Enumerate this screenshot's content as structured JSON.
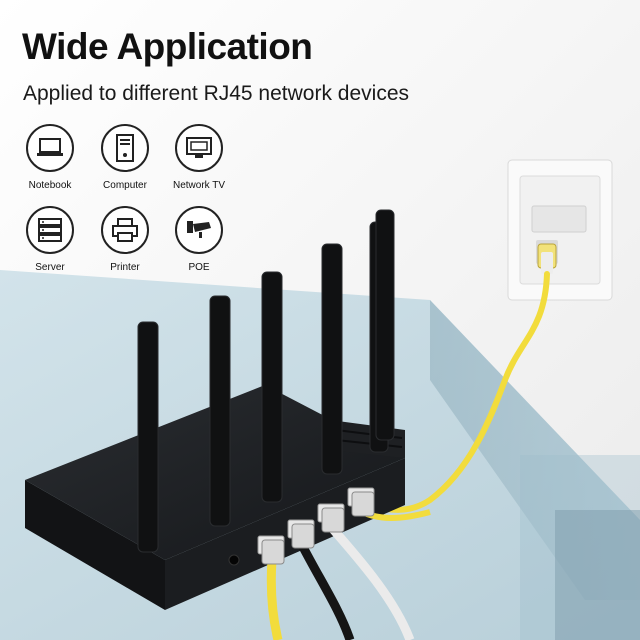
{
  "title": "Wide Application",
  "subtitle": "Applied to different RJ45 network devices",
  "devices": [
    {
      "label": "Notebook",
      "icon": "notebook-icon"
    },
    {
      "label": "Computer",
      "icon": "computer-icon"
    },
    {
      "label": "Network TV",
      "icon": "tv-icon"
    },
    {
      "label": "Server",
      "icon": "server-icon"
    },
    {
      "label": "Printer",
      "icon": "printer-icon"
    },
    {
      "label": "POE",
      "icon": "camera-icon"
    }
  ],
  "colors": {
    "cable_yellow": "#f2dc3c",
    "cable_white": "#f3f3f3",
    "cable_black": "#151515",
    "router_body": "#1c1e21",
    "desk_top": "#c9dce5",
    "wall": "#f4f4f4"
  }
}
